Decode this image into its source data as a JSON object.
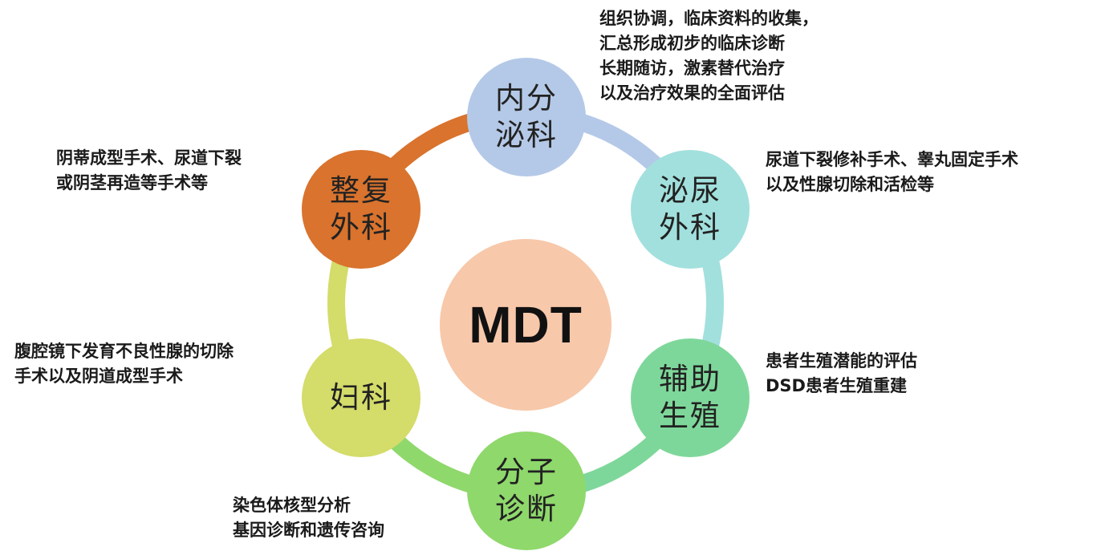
{
  "center": {
    "label": "MDT",
    "color": "#f7c8aa"
  },
  "nodes": [
    {
      "id": "endocrinology",
      "label": "内分\n泌科",
      "color": "#b4c9e7"
    },
    {
      "id": "urology",
      "label": "泌尿\n外科",
      "color": "#a2e0dd"
    },
    {
      "id": "assisted-reproduction",
      "label": "辅助\n生殖",
      "color": "#7ed79a"
    },
    {
      "id": "molecular-diagnosis",
      "label": "分子\n诊断",
      "color": "#8fd86c"
    },
    {
      "id": "gynecology",
      "label": "妇科",
      "color": "#d4dc6a"
    },
    {
      "id": "plastic-surgery",
      "label": "整复\n外科",
      "color": "#d9732d"
    }
  ],
  "notes": {
    "endocrinology": [
      "组织协调，临床资料的收集，",
      "汇总形成初步的临床诊断",
      "长期随访，激素替代治疗",
      "以及治疗效果的全面评估"
    ],
    "urology": [
      "尿道下裂修补手术、睾丸固定手术",
      "以及性腺切除和活检等"
    ],
    "assisted_reproduction": [
      "患者生殖潜能的评估",
      "DSD患者生殖重建"
    ],
    "molecular_diagnosis": [
      "染色体核型分析",
      "基因诊断和遗传咨询"
    ],
    "gynecology": [
      "腹腔镜下发育不良性腺的切除",
      "手术以及阴道成型手术"
    ],
    "plastic_surgery": [
      "阴蒂成型手术、尿道下裂",
      "或阴茎再造等手术等"
    ]
  }
}
